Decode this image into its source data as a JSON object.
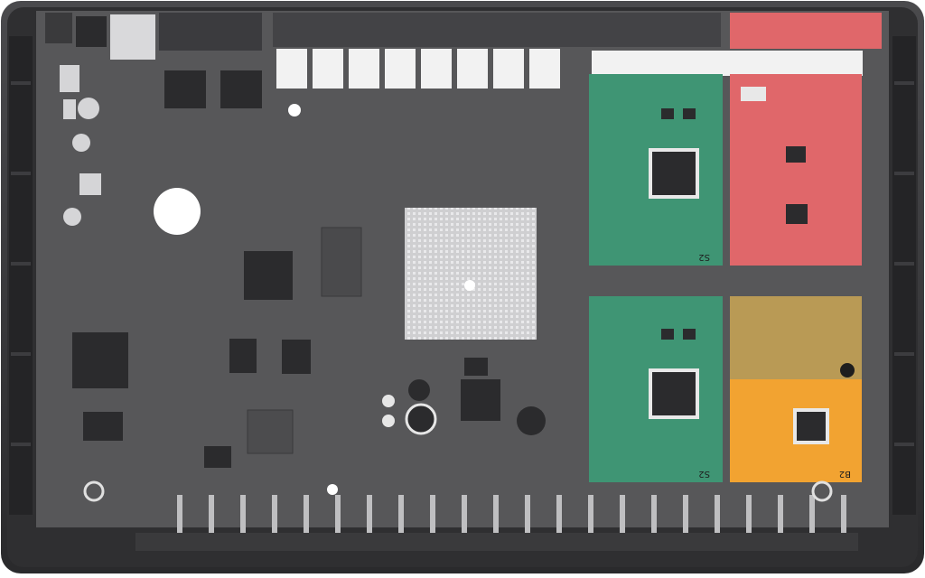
{
  "image_kind": "product photo: top-down view of an open enclosure with mainboard and plug-in modules",
  "colors": {
    "enclosure": "#2f2f31",
    "enclosure_rim": "#5a5a5d",
    "board": "#575759",
    "module_green": "#3f9574",
    "module_red": "#e0676a",
    "module_gold": "#b99a55",
    "module_orange": "#f2a331",
    "heatsink": "#cfcfd1",
    "connector_white": "#f2f2f2",
    "chip_dark": "#2b2b2d"
  },
  "modules": [
    {
      "id": "green-top",
      "color_key": "module_green",
      "label": "S2"
    },
    {
      "id": "red-top",
      "color_key": "module_red",
      "label": ""
    },
    {
      "id": "green-bottom",
      "color_key": "module_green",
      "label": "S2"
    },
    {
      "id": "gold-orange-bottom",
      "color_key": "module_orange",
      "label": "B2"
    }
  ]
}
